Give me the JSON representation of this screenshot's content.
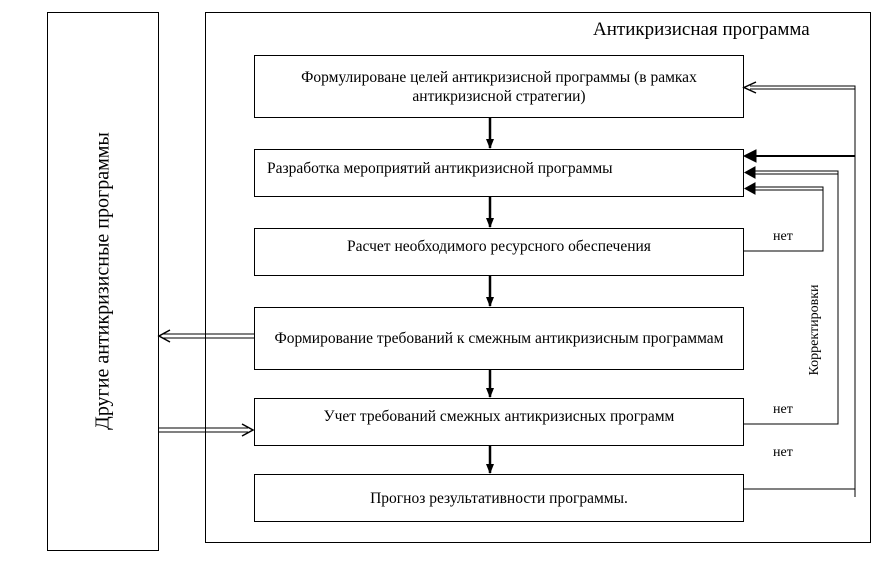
{
  "outer_title": "Антикризисная программа",
  "side_box_label": "Другие антикризисные программы",
  "steps": [
    "Формулироване целей антикризисной программы (в рамках антикризисной стратегии)",
    "Разработка мероприятий антикризисной программы",
    "Расчет необходимого ресурсного обеспечения",
    "Формирование требований к смежным антикризисным программам",
    "Учет требований смежных антикризисных программ",
    "Прогноз результативности программы."
  ],
  "loop_labels": {
    "no_1": "нет",
    "no_2": "нет",
    "no_3": "нет"
  },
  "feedback_label": "Корректировки"
}
